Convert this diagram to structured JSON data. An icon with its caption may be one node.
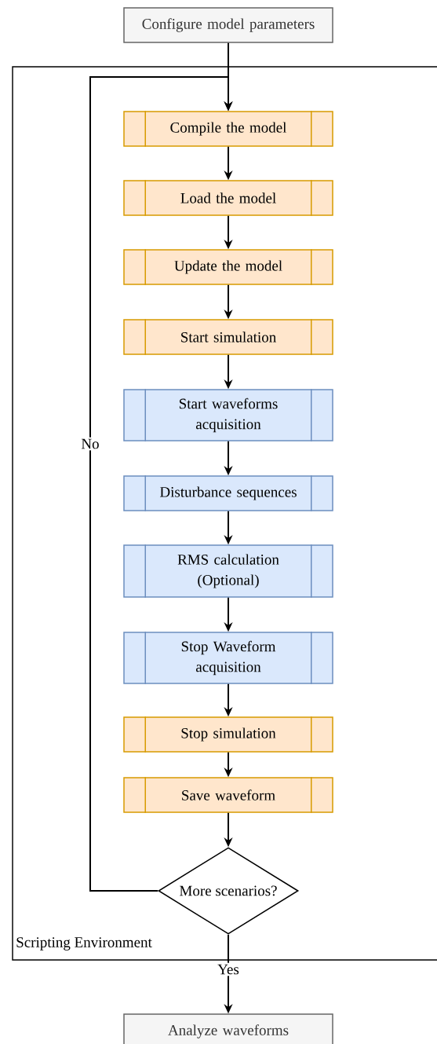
{
  "diagram": {
    "nodes": [
      {
        "text": [
          "Configure model parameters"
        ]
      },
      {
        "text": [
          "Scripting Environment"
        ]
      },
      {
        "text": [
          "Compile the model"
        ],
        "in": 1
      },
      {
        "text": [
          "Load the model"
        ],
        "in": 1
      },
      {
        "text": [
          "Update the model"
        ],
        "in": 1
      },
      {
        "text": [
          "Start simulation"
        ],
        "in": 1
      },
      {
        "text": [
          "Start waveforms acquisition"
        ],
        "in": 1
      },
      {
        "text": [
          "Disturbance sequences"
        ],
        "in": 1
      },
      {
        "text": [
          "RMS calculation (Optional)"
        ],
        "in": 1
      },
      {
        "text": [
          "Stop Waveform acquisition"
        ],
        "in": 1
      },
      {
        "text": [
          "Stop simulation"
        ],
        "in": 1
      },
      {
        "text": [
          "Save waveform"
        ],
        "in": 1
      },
      {
        "text": [
          "More scenarios?"
        ],
        "in": 1
      },
      {
        "text": [
          "Analyze waveforms"
        ]
      }
    ],
    "edges": [
      {
        "from": 0,
        "to": 2,
        "arrow": "to"
      },
      {
        "from": 2,
        "to": 3,
        "arrow": "to"
      },
      {
        "from": 3,
        "to": 4,
        "arrow": "to"
      },
      {
        "from": 4,
        "to": 5,
        "arrow": "to"
      },
      {
        "from": 5,
        "to": 6,
        "arrow": "to"
      },
      {
        "from": 6,
        "to": 7,
        "arrow": "to"
      },
      {
        "from": 7,
        "to": 8,
        "arrow": "to"
      },
      {
        "from": 8,
        "to": 9,
        "arrow": "to"
      },
      {
        "from": 9,
        "to": 10,
        "arrow": "to"
      },
      {
        "from": 10,
        "to": 11,
        "arrow": "to"
      },
      {
        "from": 11,
        "to": 12,
        "arrow": "to"
      },
      {
        "from": 12,
        "to": 2,
        "arrow": "to",
        "label": "No"
      },
      {
        "from": 12,
        "to": 13,
        "arrow": "to",
        "label": "Yes"
      }
    ]
  }
}
